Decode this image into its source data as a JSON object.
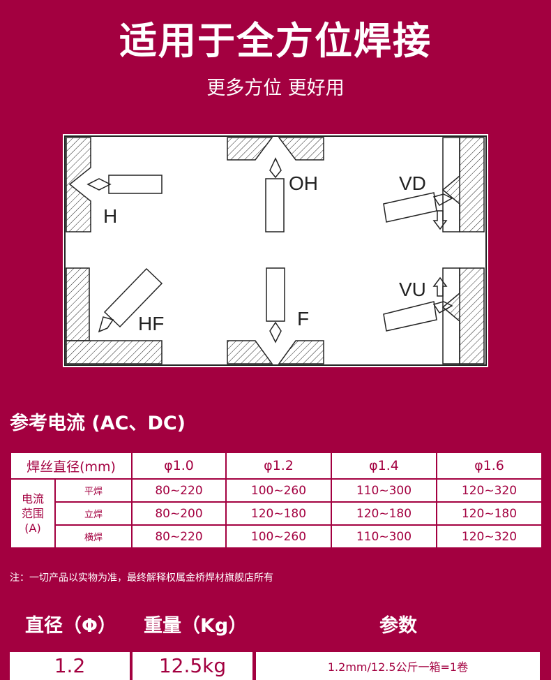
{
  "header": {
    "title": "适用于全方位焊接",
    "subtitle": "更多方位 更好用"
  },
  "diagram": {
    "labels": {
      "h": "H",
      "oh": "OH",
      "vd": "VD",
      "hf": "HF",
      "f": "F",
      "vu": "VU"
    },
    "colors": {
      "line": "#222222",
      "background": "#ffffff"
    }
  },
  "current_section": {
    "title": "参考电流 (AC、DC)",
    "table": {
      "corner": "焊丝直径(mm)",
      "columns": [
        "φ1.0",
        "φ1.2",
        "φ1.4",
        "φ1.6"
      ],
      "group_label": "电流\n范围\n(A)",
      "rows": [
        {
          "label": "平焊",
          "values": [
            "80~220",
            "100~260",
            "110~300",
            "120~320"
          ]
        },
        {
          "label": "立焊",
          "values": [
            "80~200",
            "120~180",
            "120~180",
            "120~180"
          ]
        },
        {
          "label": "横焊",
          "values": [
            "80~220",
            "100~260",
            "110~300",
            "120~320"
          ]
        }
      ]
    }
  },
  "note": "注：一切产品以实物为准，最终解释权属金桥焊材旗舰店所有",
  "params": {
    "headers": [
      "直径（Φ）",
      "重量（Kg）",
      "参数"
    ],
    "row": [
      "1.2",
      "12.5kg",
      "1.2mm/12.5公斤一箱=1卷"
    ]
  },
  "colors": {
    "brand": "#a30040",
    "text_on_brand": "#ffffff"
  }
}
